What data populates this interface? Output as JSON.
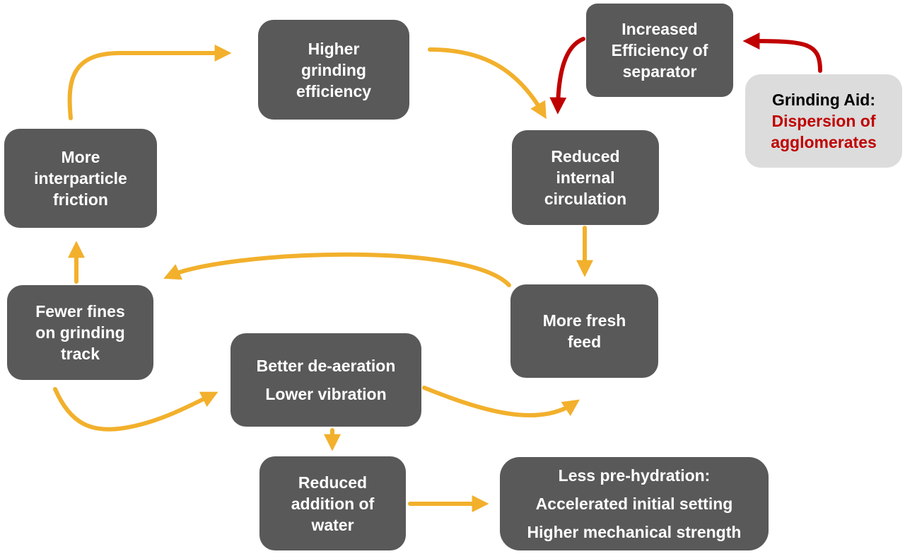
{
  "colors": {
    "box_fill": "#595959",
    "box_text": "#ffffff",
    "arrow_main": "#f2b02c",
    "arrow_aid": "#c00000",
    "aid_fill": "#dcdcdc"
  },
  "nodes": {
    "higher_grinding_efficiency": [
      "Higher",
      "grinding",
      "efficiency"
    ],
    "increased_efficiency_separator": [
      "Increased",
      "Efficiency of",
      "separator"
    ],
    "grinding_aid": {
      "label": "Grinding Aid:",
      "effect": [
        "Dispersion of",
        "agglomerates"
      ]
    },
    "more_interparticle_friction": [
      "More",
      "interparticle",
      "friction"
    ],
    "reduced_internal_circulation": [
      "Reduced",
      "internal",
      "circulation"
    ],
    "fewer_fines": [
      "Fewer fines",
      "on grinding",
      "track"
    ],
    "more_fresh_feed": [
      "More fresh",
      "feed"
    ],
    "better_deaeration": [
      "Better de-aeration",
      "Lower vibration"
    ],
    "reduced_water": [
      "Reduced",
      "addition of",
      "water"
    ],
    "less_prehydration": [
      "Less pre-hydration:",
      "Accelerated initial setting",
      "Higher mechanical strength"
    ]
  }
}
